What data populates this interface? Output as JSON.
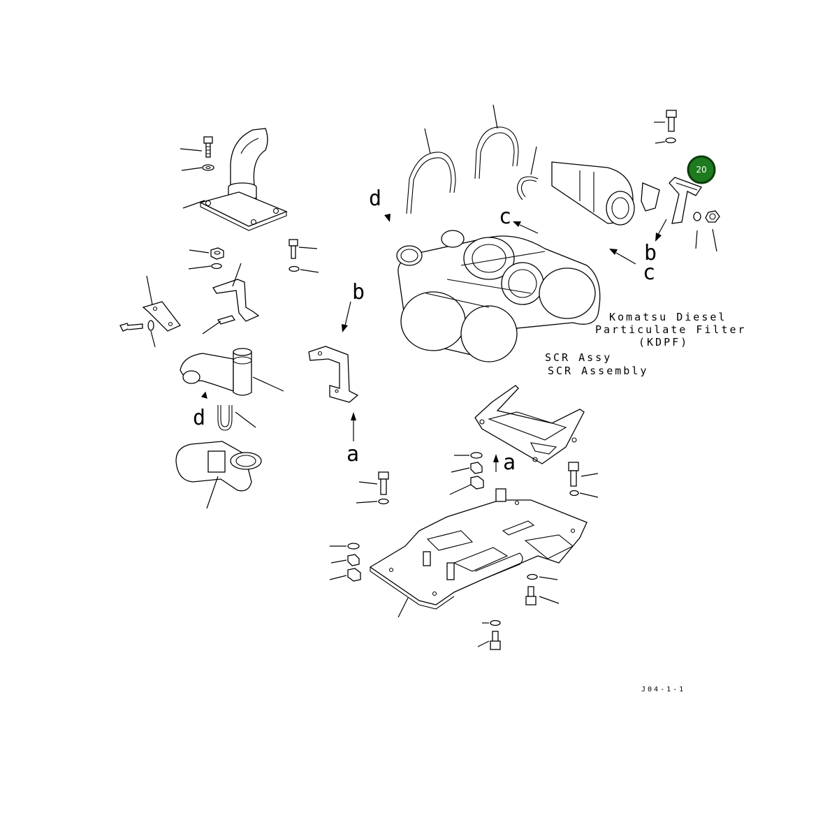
{
  "labels": {
    "a_bracket": "a",
    "a_frame": "a",
    "b_bracket": "b",
    "b_right": "b",
    "c_top": "c",
    "c_right": "c",
    "d_top": "d",
    "d_left": "d"
  },
  "notes": {
    "kdpf_line1": "Komatsu Diesel",
    "kdpf_line2": "Particulate Filter",
    "kdpf_line3": "(KDPF)",
    "scr_line1": "SCR Assy",
    "scr_line2": "SCR Assembly"
  },
  "callout": {
    "number": "20",
    "color": "#1e7a1e"
  },
  "drawing_code": "J04-1-1"
}
